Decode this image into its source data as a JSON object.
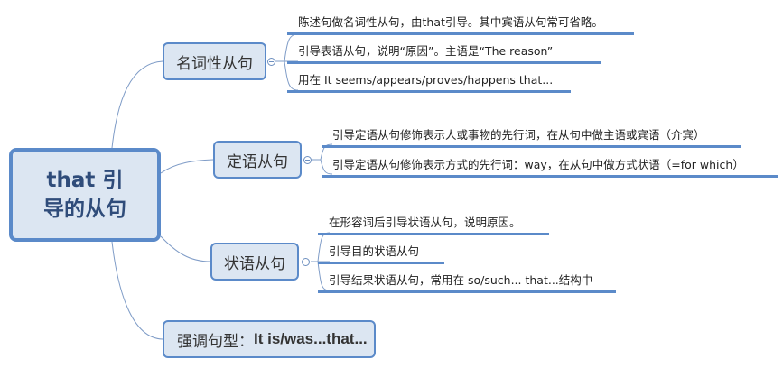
{
  "root": {
    "line1": "that 引",
    "line2": "导的从句"
  },
  "branches": [
    {
      "label": "名词性从句",
      "leaves": [
        "陈述句做名词性从句，由that引导。其中宾语从句常可省略。",
        "引导表语从句，说明“原因”。主语是“The reason”",
        "用在 It seems/appears/proves/happens that..."
      ]
    },
    {
      "label": "定语从句",
      "leaves": [
        "引导定语从句修饰表示人或事物的先行词，在从句中做主语或宾语（介宾）",
        "引导定语从句修饰表示方式的先行词：way，在从句中做方式状语（=for which）"
      ]
    },
    {
      "label": "状语从句",
      "leaves": [
        "在形容词后引导状语从句，说明原因。",
        "引导目的状语从句",
        "引导结果状语从句，常用在 so/such... that...结构中"
      ]
    },
    {
      "label_prefix": "强调句型：",
      "label_bold": "It is/was...that..."
    }
  ],
  "colors": {
    "topic_border": "#5b8ac9",
    "topic_fill": "#dce6f2",
    "root_text": "#2f4c7a",
    "connector": "#7f9cc7"
  }
}
